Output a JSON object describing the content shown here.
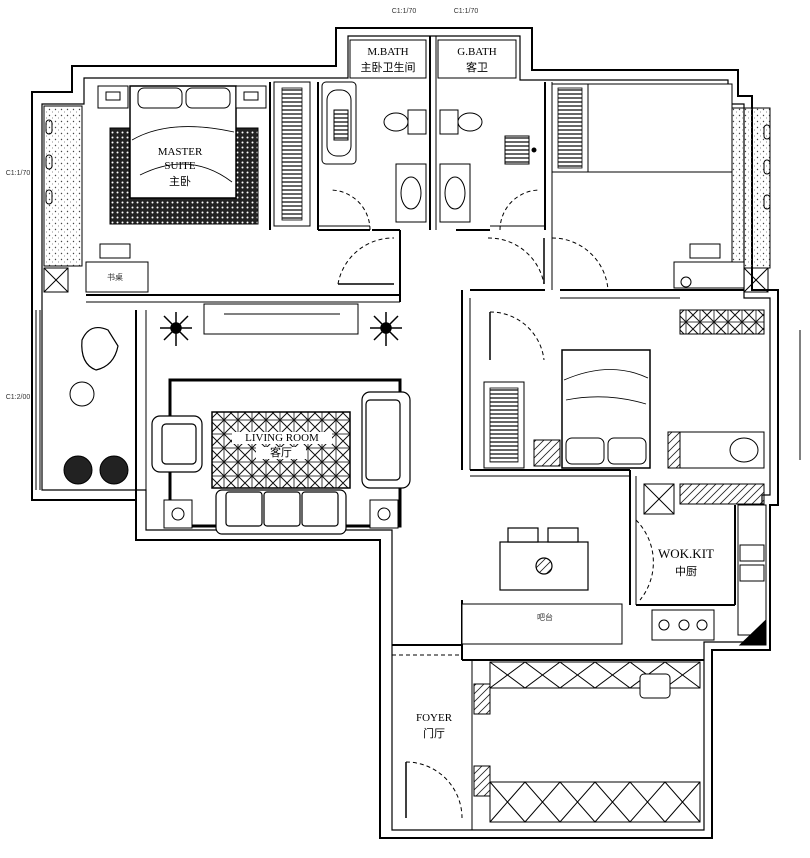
{
  "rooms": {
    "master_suite": {
      "en_line1": "MASTER",
      "en_line2": "SUITE",
      "cn": "主卧"
    },
    "master_bath": {
      "en": "M.BATH",
      "cn": "主卧卫生间"
    },
    "guest_bath": {
      "en": "G.BATH",
      "cn": "客卫"
    },
    "living_room": {
      "en": "LIVING ROOM",
      "cn": "客厅"
    },
    "wok_kitchen": {
      "en": "WOK.KIT",
      "cn": "中厨"
    },
    "foyer": {
      "en": "FOYER",
      "cn": "门厅"
    }
  },
  "annotations": {
    "window_top_left": "C1:1/70",
    "window_top_right": "C1:1/70",
    "window_left_upper": "C1:1/70",
    "window_left_lower": "C1:2/00",
    "counter_label": "吧台",
    "desk_label": "书桌"
  },
  "colors": {
    "line": "#000000",
    "hatch": "#1a1a1a",
    "paper": "#ffffff"
  }
}
